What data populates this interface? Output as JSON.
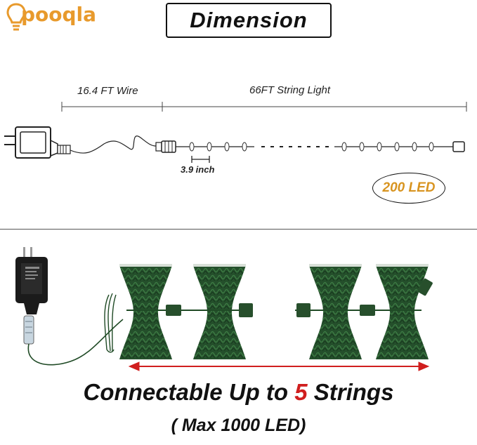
{
  "brand": {
    "name": "pooqla",
    "color": "#e89a2c"
  },
  "header": {
    "title": "Dimension"
  },
  "dimensions": {
    "wire_label": "16.4 FT Wire",
    "string_label": "66FT String Light",
    "spacing_label": "3.9 inch",
    "led_count_label": "200 LED"
  },
  "footer": {
    "connect_prefix": "Connectable Up to",
    "connect_number": "5",
    "connect_suffix": "Strings",
    "max_label": "( Max 1000 LED)"
  },
  "colors": {
    "wire_green": "#1f5a2a",
    "accent_red": "#d01e1e",
    "led_gold": "#d89420"
  }
}
